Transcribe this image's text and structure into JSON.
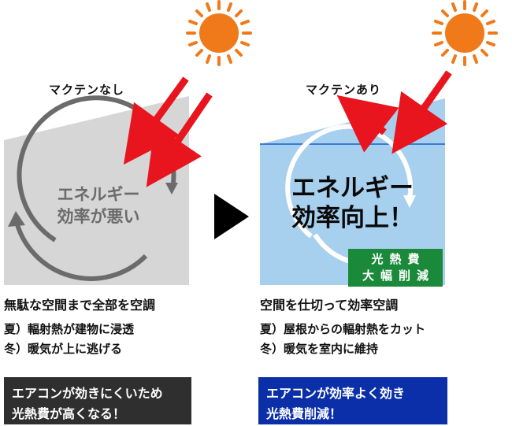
{
  "left": {
    "label": "マクテンなし",
    "center_text": [
      "エネルギー",
      "効率が悪い"
    ],
    "heading": "無駄な空間まで全部を空調",
    "details": [
      "夏）輻射熱が建物に浸透",
      "冬）暖気が上に逃げる"
    ],
    "result": [
      "エアコンが効きにくいため",
      "光熱費が高くなる！"
    ]
  },
  "right": {
    "label": "マクテンあり",
    "center_text": [
      "エネルギー",
      "効率向上！"
    ],
    "badge": [
      "光熱費",
      "大幅削減"
    ],
    "heading": "空間を仕切って効率空調",
    "details": [
      "夏）屋根からの輻射熱をカット",
      "冬）暖気を室内に維持"
    ],
    "result": [
      "エアコンが効率よく効き",
      "光熱費削減！"
    ]
  },
  "colors": {
    "sun": "#f07a1a",
    "arrow": "#e8141e",
    "room_gray": "#d6d6d6",
    "room_blue": "#a7cfee",
    "ceiling_line": "#3a7bd5",
    "circle_gray": "#6b6b6b",
    "box_dark": "#2f2f2f",
    "box_blue": "#0b2fa8",
    "badge_green": "#1a8a3a"
  },
  "icons": [
    "sun-icon",
    "heat-arrow-icon",
    "cycle-arrow-icon",
    "next-triangle-icon"
  ]
}
